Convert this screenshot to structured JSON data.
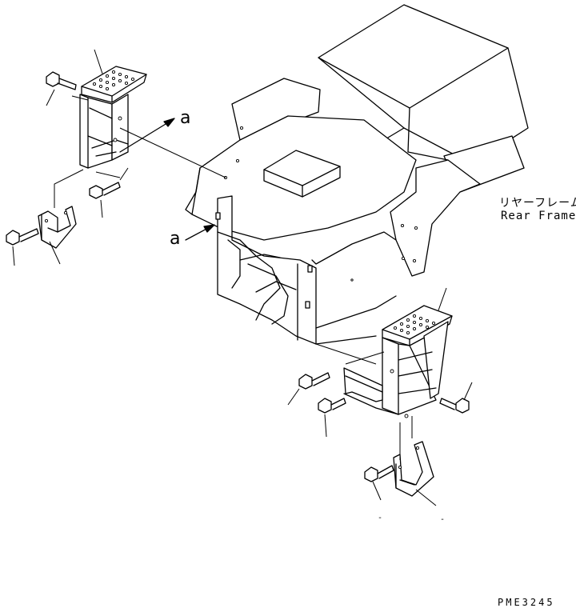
{
  "labels": {
    "ref_a_top": "a",
    "ref_a_left": "a",
    "part_name_jp": "リヤーフレーム",
    "part_name_en": "Rear Frame",
    "drawing_number": "PME3245",
    "tick_left": "-",
    "tick_right": "-"
  }
}
